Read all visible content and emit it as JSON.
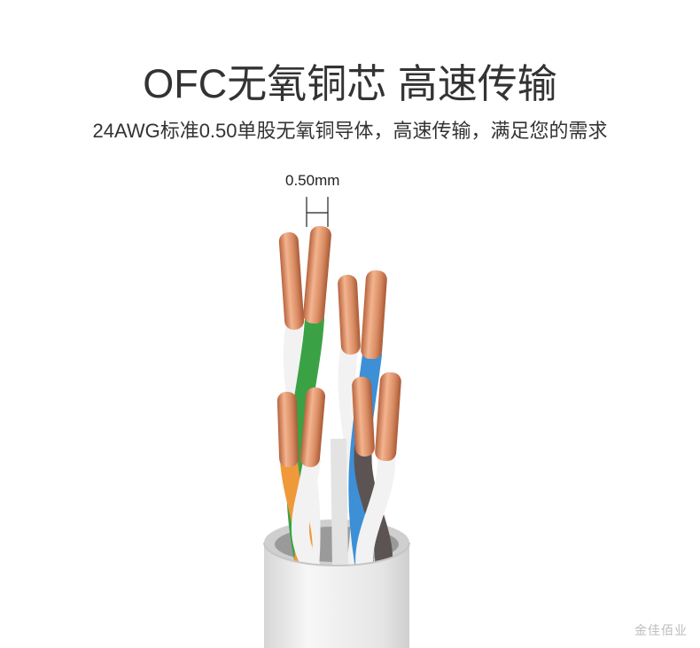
{
  "heading": {
    "title": "OFC无氧铜芯 高速传输",
    "subtitle": "24AWG标准0.50单股无氧铜导体，高速传输，满足您的需求"
  },
  "illustration": {
    "dimension_label": "0.50mm",
    "wire_colors": {
      "green": "#3aa245",
      "blue": "#3d8fd6",
      "orange": "#f0993a",
      "brown": "#5b5452",
      "copper": "#d98c63",
      "jacket": "#ececec"
    }
  },
  "watermark": "金佳佰业"
}
